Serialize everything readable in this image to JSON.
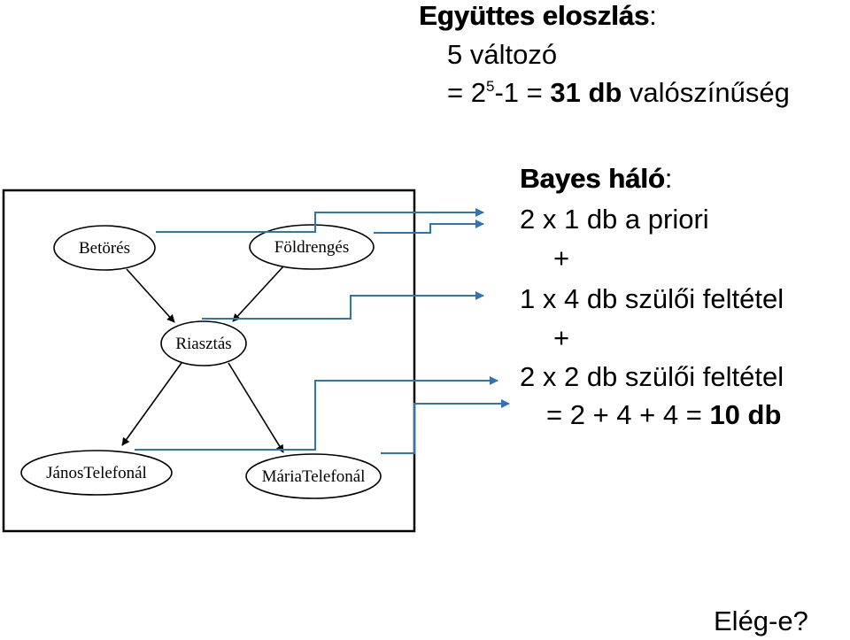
{
  "joint": {
    "title": "Együttes eloszlás",
    "colon": ":",
    "line1": "5 változó",
    "line2_prefix": "= 2",
    "line2_exp": "5",
    "line2_mid": "-1 = ",
    "line2_bold": "31 db",
    "line2_suffix": " valószínűség"
  },
  "bayes": {
    "title": "Bayes háló",
    "colon": ":",
    "line1": "2 x 1 db a priori",
    "plus1": "+",
    "line2": "1 x 4 db szülői feltétel",
    "plus2": "+",
    "line3": "2 x 2 db szülői feltétel",
    "sum_prefix": "= 2 + 4 + 4 = ",
    "sum_bold": "10 db"
  },
  "question": "Elég-e?",
  "network": {
    "nodes": [
      {
        "id": "betores",
        "label": "Betörés"
      },
      {
        "id": "foldrenges",
        "label": "Földrengés"
      },
      {
        "id": "riasztas",
        "label": "Riasztás"
      },
      {
        "id": "janos",
        "label": "JánosTelefonál"
      },
      {
        "id": "maria",
        "label": "MáriaTelefonál"
      }
    ],
    "edges": [
      {
        "from": "betores",
        "to": "riasztas"
      },
      {
        "from": "foldrenges",
        "to": "riasztas"
      },
      {
        "from": "riasztas",
        "to": "janos"
      },
      {
        "from": "riasztas",
        "to": "maria"
      }
    ]
  },
  "colors": {
    "connector": "#2e75b6",
    "frame": "#000000",
    "text": "#000000"
  }
}
